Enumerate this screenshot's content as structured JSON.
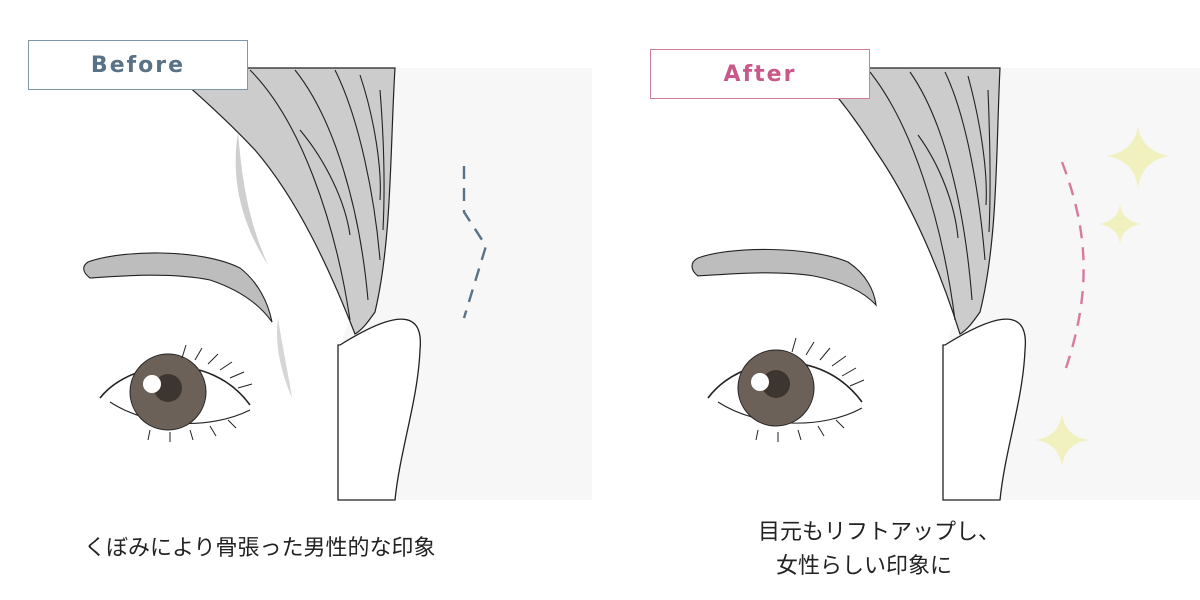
{
  "before": {
    "label": "Before",
    "caption": "くぼみにより骨張った男性的な印象"
  },
  "after": {
    "label": "After",
    "caption_line1": "目元もリフトアップし、",
    "caption_line2": "女性らしい印象に"
  },
  "colors": {
    "before_accent": "#5a7286",
    "after_accent": "#c8598a",
    "sparkle": "#f1f1c0",
    "hair": "#cccccc",
    "background_panel": "#f7f7f7"
  }
}
